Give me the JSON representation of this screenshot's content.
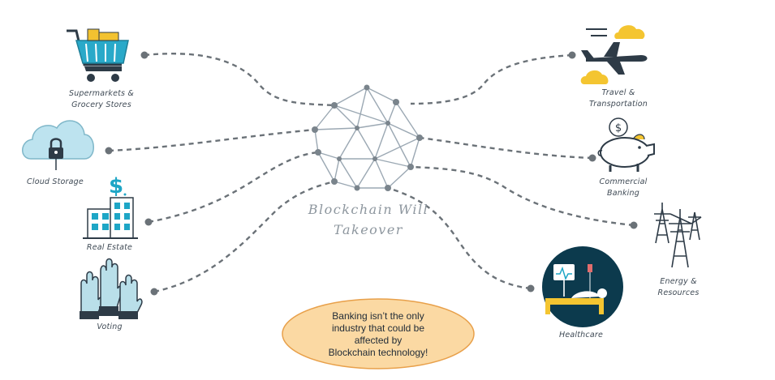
{
  "title": {
    "line1": "Blockchain Will",
    "line2": "Takeover"
  },
  "nodes": [
    {
      "id": "supermarkets",
      "label_lines": [
        "Supermarkets &",
        "Grocery Stores"
      ],
      "icon": "shopping-cart-icon"
    },
    {
      "id": "cloud",
      "label_lines": [
        "Cloud Storage"
      ],
      "icon": "cloud-lock-icon"
    },
    {
      "id": "realestate",
      "label_lines": [
        "Real Estate"
      ],
      "icon": "buildings-dollar-icon"
    },
    {
      "id": "voting",
      "label_lines": [
        "Voting"
      ],
      "icon": "raised-hands-icon"
    },
    {
      "id": "travel",
      "label_lines": [
        "Travel &",
        "Transportation"
      ],
      "icon": "airplane-clouds-icon"
    },
    {
      "id": "banking",
      "label_lines": [
        "Commercial",
        "Banking"
      ],
      "icon": "piggy-bank-icon"
    },
    {
      "id": "energy",
      "label_lines": [
        "Energy &",
        "Resources"
      ],
      "icon": "power-tower-icon"
    },
    {
      "id": "healthcare",
      "label_lines": [
        "Healthcare"
      ],
      "icon": "hospital-bed-icon"
    }
  ],
  "callout": {
    "lines": [
      "Banking isn’t the only",
      "industry that could be",
      "affected by",
      "Blockchain technology!"
    ]
  },
  "colors": {
    "callout_fill": "#fbd9a3",
    "callout_stroke": "#e8a04a",
    "accent_blue": "#1ea6c6",
    "icon_dark": "#2e3b47",
    "healthcare_bg": "#0c3a4d"
  }
}
